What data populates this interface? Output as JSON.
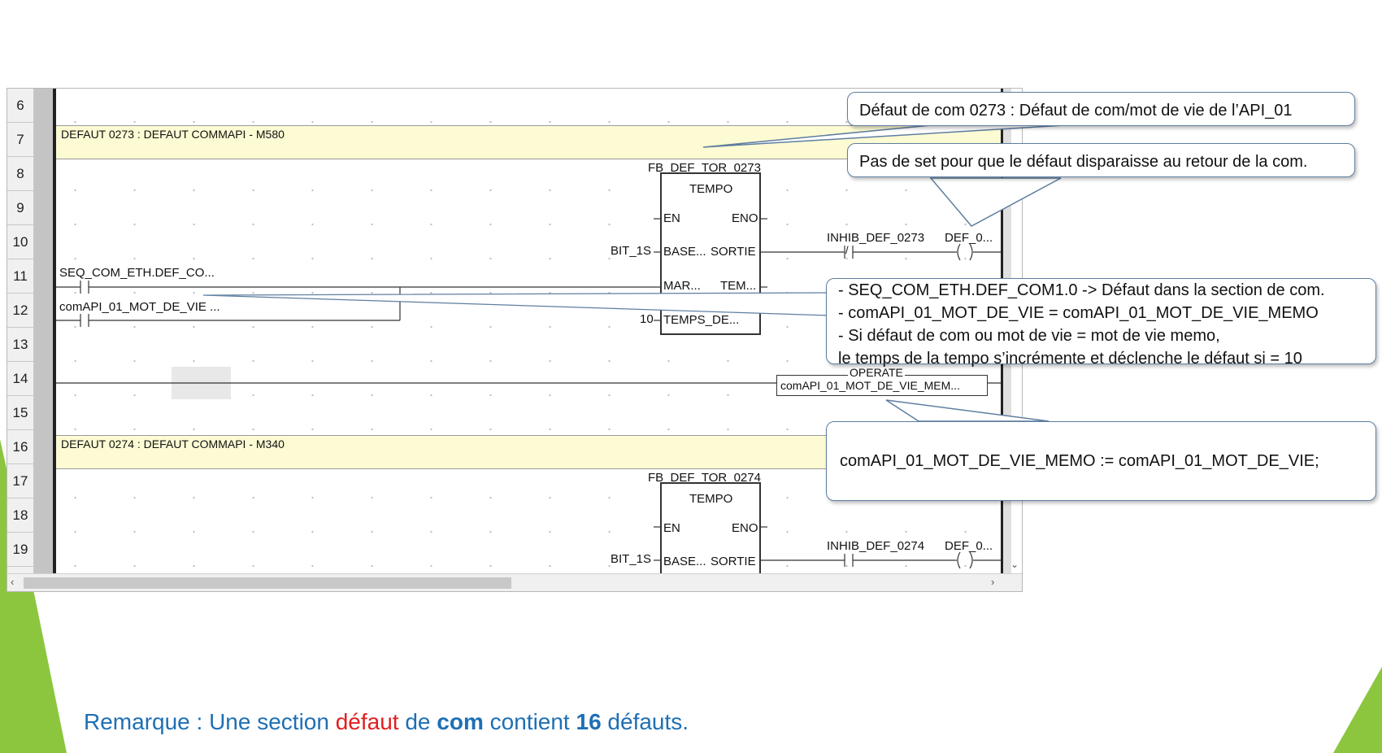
{
  "rows": [
    "6",
    "7",
    "8",
    "9",
    "10",
    "11",
    "12",
    "13",
    "14",
    "15",
    "16",
    "17",
    "18",
    "19"
  ],
  "bands": {
    "band7": "DEFAUT 0273 : DEFAUT COMMAPI - M580",
    "band16": "DEFAUT 0274 : DEFAUT COMMAPI - M340"
  },
  "ladder": {
    "contact_seq": "SEQ_COM_ETH.DEF_CO...",
    "contact_comapi": "comAPI_01_MOT_DE_VIE ...",
    "fb1_instance": "FB_DEF_TOR_0273",
    "fb2_instance": "FB_DEF_TOR_0274",
    "fb_type": "TEMPO",
    "pin_en": "EN",
    "pin_eno": "ENO",
    "pin_base": "BASE...",
    "pin_sortie": "SORTIE",
    "pin_mar": "MAR...",
    "pin_tem": "TEM...",
    "pin_temps": "TEMPS_DE...",
    "input_bit": "BIT_1S",
    "input_ten": "10",
    "inhib1": "INHIB_DEF_0273",
    "inhib2": "INHIB_DEF_0274",
    "coil1": "DEF_0...",
    "coil2": "DEF_0...",
    "neg_slash": "/",
    "operate_label": "OPERATE",
    "operate_value": "comAPI_01_MOT_DE_VIE_MEM..."
  },
  "callouts": {
    "c1": "Défaut de com 0273 : Défaut de com/mot de vie de l’API_01",
    "c2": "Pas de set pour que le défaut disparaisse au retour de la com.",
    "c3": [
      "- SEQ_COM_ETH.DEF_COM1.0 -> Défaut dans la section de com.",
      "- comAPI_01_MOT_DE_VIE = comAPI_01_MOT_DE_VIE_MEMO",
      "- Si défaut de com ou mot de vie = mot de vie memo,",
      "le temps de la tempo s’incrémente et déclenche le défaut si = 10"
    ],
    "c4": "comAPI_01_MOT_DE_VIE_MEMO := comAPI_01_MOT_DE_VIE;"
  },
  "remark": {
    "p1": "Remarque  : Une section ",
    "p2": "défaut",
    "p3": " de ",
    "p4": "com",
    "p5": " contient ",
    "p6": "16",
    "p7": " défauts."
  },
  "colors": {
    "accent_blue": "#1e6fb5",
    "accent_red": "#e02020",
    "band_yellow": "#fdfbd3",
    "slide_green": "#8cc63f"
  }
}
